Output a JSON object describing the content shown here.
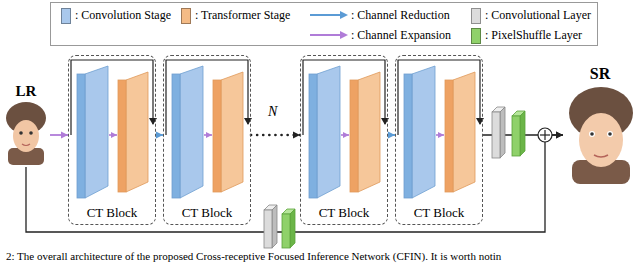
{
  "diagram": {
    "caption": "2: The overall architecture of the proposed Cross-receptive Focused Inference Network (CFIN). It is worth notin",
    "nodes": [
      {
        "text": [
          "LR"
        ]
      },
      {
        "text": [
          "CT Block"
        ]
      },
      {
        "text": [
          "CT Block"
        ]
      },
      {
        "text": [
          "CT Block"
        ]
      },
      {
        "text": [
          "CT Block"
        ]
      },
      {
        "text": [
          "SR"
        ]
      }
    ],
    "edges": [
      {
        "from": 0,
        "to": 1,
        "arrow": "to"
      },
      {
        "from": 1,
        "to": 2,
        "arrow": "to"
      },
      {
        "from": 2,
        "to": 3,
        "arrow": "to"
      },
      {
        "from": 3,
        "to": 4,
        "arrow": "to"
      },
      {
        "from": 4,
        "to": 5,
        "arrow": "to"
      },
      {
        "from": 0,
        "to": 5,
        "arrow": "to"
      }
    ],
    "labels": [
      "N"
    ],
    "legend": [
      {
        "text": ": Convolution Stage",
        "color": "#a9c8ec"
      },
      {
        "text": ": Transformer Stage",
        "color": "#f4bb86"
      },
      {
        "text": ": Channel Reduction"
      },
      {
        "text": ": Channel Expansion"
      },
      {
        "text": ": Convolutional Layer",
        "color": "#dcdcdc"
      },
      {
        "text": ": PixelShuffle Layer",
        "color": "#8fd16a"
      }
    ]
  }
}
